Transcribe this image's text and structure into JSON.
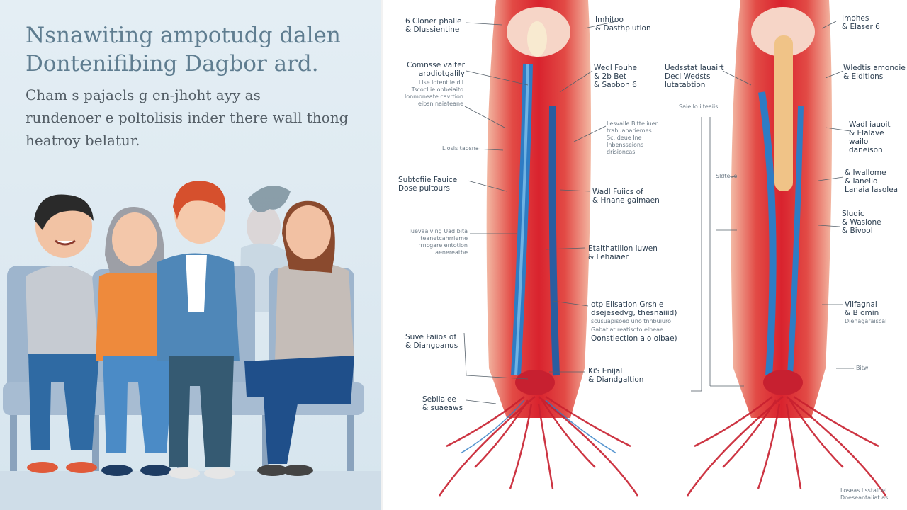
{
  "headline": [
    "Nsnawiting ampotudg dalen",
    "Dontenifibing Dagbor ard."
  ],
  "subtitle": [
    "Cham s pajaels g en-jhoht ayy as",
    "rundenoer e poltolisis inder there wall thong",
    "heatroy belatur."
  ],
  "colors": {
    "panel_bg": "#dde9f1",
    "headline": "#5f7d90",
    "artery_red": "#d9232e",
    "vein_blue": "#2e7cc4",
    "skin": "#f6c8b2",
    "chair": "#8ea9c6"
  },
  "figure_left": {
    "labels_left": [
      {
        "id": "l1",
        "lines": [
          "6 Cloner phalle",
          "& Dlussientine"
        ]
      },
      {
        "id": "l2",
        "lines": [
          "Comnsse vaiter",
          "arodiotgalily"
        ]
      },
      {
        "id": "l3",
        "lines": [
          "Llse lotentile dil",
          "Tscocl ie obbeiaito",
          "lonmoneate cavrtion",
          "eibsn naiateane"
        ]
      },
      {
        "id": "l4",
        "lines": [
          "Llosis taosna"
        ]
      },
      {
        "id": "l5",
        "lines": [
          "Subtofiie Fauice",
          "Dose puitours"
        ]
      },
      {
        "id": "l6",
        "lines": [
          "Tuevaaiving Uad bita",
          "teanetcahrrieme",
          "rrncgare entotion",
          "aenereatbe"
        ]
      },
      {
        "id": "l7",
        "lines": [
          "Suve Faiios of",
          "& Diangpanus"
        ]
      },
      {
        "id": "l8",
        "lines": [
          "Sebilaiee",
          "& suaeaws"
        ]
      }
    ],
    "labels_right": [
      {
        "id": "r1",
        "lines": [
          "Imhitoo",
          "& Dasthplution"
        ]
      },
      {
        "id": "r2",
        "lines": [
          "Wedl Fouhe",
          "& 2b Bet",
          "& Saobon 6"
        ]
      },
      {
        "id": "r3",
        "lines": [
          "Lesvalle Bitte iuen",
          "trahuapariemes",
          "Sc: deue Ine",
          "Inbensseions",
          "drisioncas"
        ]
      },
      {
        "id": "r4",
        "lines": [
          "Wadl Fuiics of",
          "& Hnane gaimaen"
        ]
      },
      {
        "id": "r5",
        "lines": [
          "Etalthatilion luwen",
          "& Lehaiaer"
        ]
      },
      {
        "id": "r6",
        "lines": [
          "otp Elisation Grshle",
          "dsejesedvg, thesnaiiid)",
          "scusuapisoed uno tnnbuiuro",
          "Gabatiat reatisoto elheae",
          "Oonstiection alo olbae)"
        ]
      },
      {
        "id": "r7",
        "lines": [
          "KiS Enijal",
          "& Diandgaltion"
        ]
      }
    ]
  },
  "figure_right": {
    "labels_left": [
      {
        "id": "m1",
        "lines": [
          "Uedsstat lauairt",
          "Decl Wedsts",
          "lutatabtion"
        ]
      },
      {
        "id": "m2",
        "lines": [
          "Saie lo iiteaiis"
        ]
      },
      {
        "id": "m3",
        "lines": [
          "Sldteuoi"
        ]
      }
    ],
    "labels_right": [
      {
        "id": "f1",
        "lines": [
          "Imohes",
          "& Elaser 6"
        ]
      },
      {
        "id": "f2",
        "lines": [
          "Wledtis amonoie",
          "& Eiditions"
        ]
      },
      {
        "id": "f3",
        "lines": [
          "Wadl iauoit",
          "& Elalave",
          "wailo",
          "daneison"
        ]
      },
      {
        "id": "f4",
        "lines": [
          "& Iwallome",
          "& Ianelio",
          "Lanaia lasolea"
        ]
      },
      {
        "id": "f5",
        "lines": [
          "Sludic",
          "& Wasione",
          "& Bivool"
        ]
      },
      {
        "id": "f6",
        "lines": [
          "Vlifagnal",
          "& B omin",
          "Dienagaraiscal"
        ]
      },
      {
        "id": "f7",
        "lines": [
          "Bitw"
        ]
      }
    ],
    "footnote": [
      "Loseas Iisstalbel",
      "Doeseantaiiat as"
    ]
  }
}
